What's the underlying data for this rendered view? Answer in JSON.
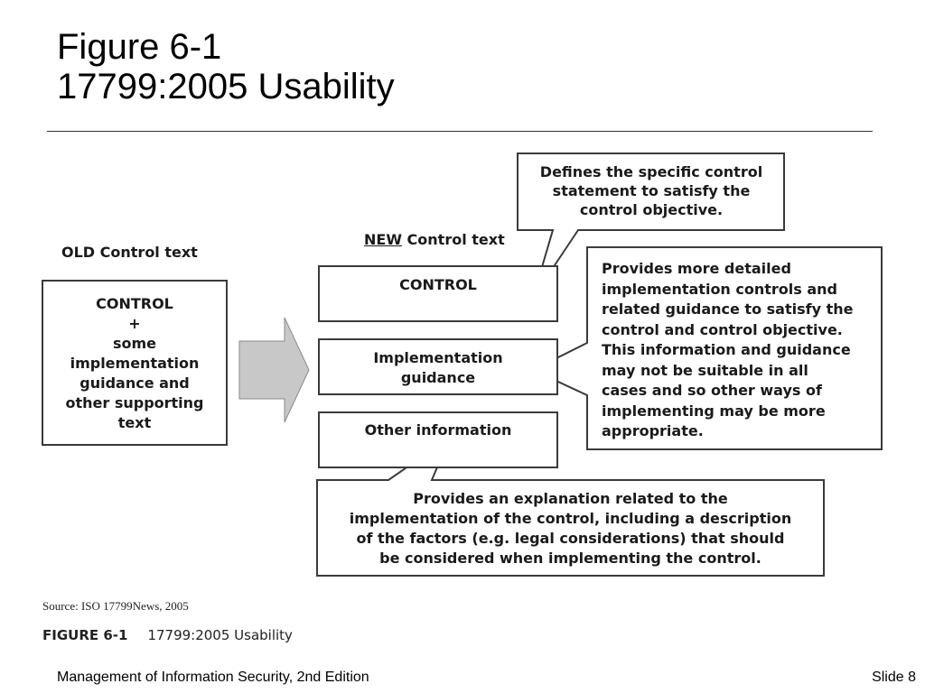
{
  "slide": {
    "title_line1": "Figure 6-1",
    "title_line2": "17799:2005 Usability",
    "footer_left": "Management of Information Security, 2nd Edition",
    "footer_right": "Slide 8"
  },
  "figure": {
    "old_label": "OLD Control text",
    "old_box_lines": [
      "CONTROL",
      "+",
      "some",
      "implementation",
      "guidance and",
      "other supporting",
      "text"
    ],
    "new_label_prefix": "NEW",
    "new_label_rest": " Control text",
    "control_box": "CONTROL",
    "implementation_box_line1": "Implementation",
    "implementation_box_line2": "guidance",
    "other_box": "Other information",
    "callout_top_lines": [
      "Defines the specific control",
      "statement to satisfy the",
      "control objective."
    ],
    "callout_right_lines": [
      "Provides more detailed",
      "implementation controls and",
      "related guidance to satisfy the",
      "control and control objective.",
      "This information and guidance",
      "may not be suitable in all",
      "cases and so other ways of",
      "implementing may be more",
      "appropriate."
    ],
    "callout_bottom_lines": [
      "Provides an explanation related to the",
      "implementation of the control, including a description",
      "of the factors (e.g. legal considerations) that should",
      "be considered when implementing the control."
    ],
    "source": "Source: ISO 17799News, 2005",
    "caption_label": "FIGURE 6-1",
    "caption_text": "17799:2005 Usability"
  },
  "colors": {
    "box_border": "#3a3a3a",
    "arrow_fill": "#c8c8c8",
    "arrow_stroke": "#8a8a8a"
  }
}
